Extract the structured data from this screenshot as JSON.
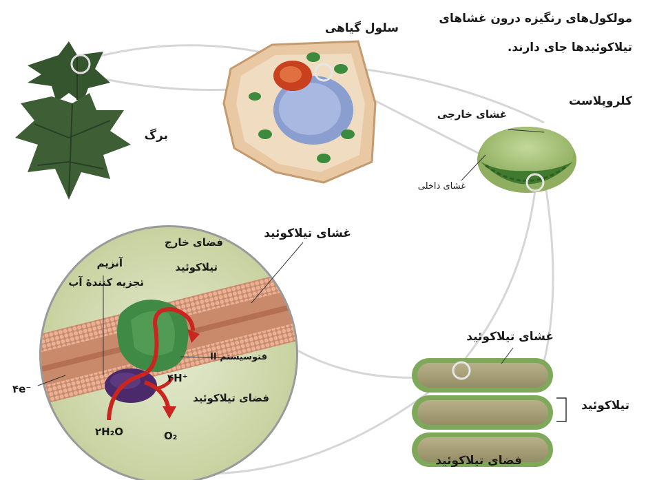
{
  "labels": {
    "title_line1": "مولکول‌های رنگیزه درون غشاهای",
    "title_line2": "تیلاکوئیدها جای دارند.",
    "plant_cell": "سلول گیاهی",
    "leaf": "برگ",
    "chloroplast": "کلروپلاست",
    "outer_membrane": "غشای خارجی",
    "inner_membrane": "غشای داخلی",
    "thylakoid_membrane_zoom": "غشای تیلاکوئید",
    "outer_space_line1": "فضای خارج",
    "outer_space_line2": "تیلاکوئید",
    "enzyme_line1": "آنزیم",
    "enzyme_line2": "تجزیه کنندهٔ آب",
    "photosystem": "فتوسیستم II",
    "thylakoid_space_zoom": "فضای تیلاکوئید",
    "thylakoid_membrane_stack": "غشای تیلاکوئید",
    "thylakoid": "تیلاکوئید",
    "thylakoid_space_stack": "فضای تیلاکوئید"
  },
  "chem": {
    "electrons": "۴e⁻",
    "protons": "۴H⁺",
    "water": "۲H₂O",
    "oxygen": "O₂"
  },
  "colors": {
    "membrane_head": "#e8a485",
    "membrane_core": "#c98a6c",
    "photosystem": "#3f8a45",
    "enzyme": "#4a2a6a",
    "arrow": "#c8261e",
    "chloroplast_outer": "#a9c27a",
    "chloroplast_inner": "#3f7a2e",
    "thylakoid_fill": "#a8a07a",
    "thylakoid_rim": "#7fa95a",
    "zoom_bg": "#d8dfb8",
    "leaf": "#3e5e35",
    "connector": "#d8d8d8"
  }
}
